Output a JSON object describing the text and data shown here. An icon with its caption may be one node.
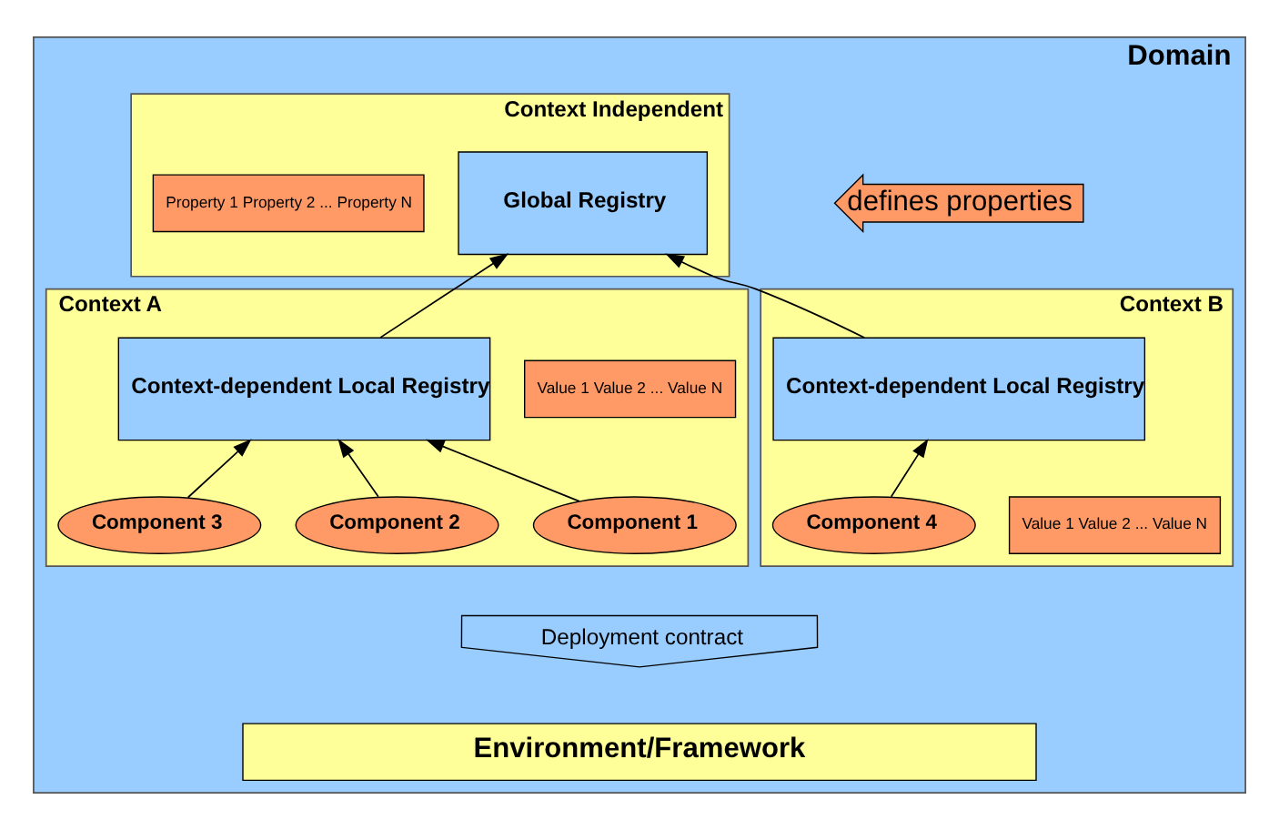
{
  "diagram": {
    "nodes": [
      {
        "text": [
          "Domain"
        ]
      },
      {
        "text": [
          "Context Independent"
        ],
        "in": 0
      },
      {
        "text": [
          "Global Registry"
        ],
        "in": 1
      },
      {
        "text": [
          "Property 1 Property 2 ... Property N"
        ],
        "in": 1
      },
      {
        "text": [
          "defines properties"
        ],
        "in": 0
      },
      {
        "text": [
          "Context A"
        ],
        "in": 0
      },
      {
        "text": [
          "Context-dependent Local Registry"
        ],
        "in": 5
      },
      {
        "text": [
          "Value 1 Value 2 ... Value N"
        ],
        "in": 5
      },
      {
        "text": [
          "Component 1"
        ],
        "in": 5
      },
      {
        "text": [
          "Component 2"
        ],
        "in": 5
      },
      {
        "text": [
          "Component 3"
        ],
        "in": 5
      },
      {
        "text": [
          "Context B"
        ],
        "in": 0
      },
      {
        "text": [
          "Context-dependent Local Registry"
        ],
        "in": 11
      },
      {
        "text": [
          "Value 1 Value 2 ... Value N"
        ],
        "in": 11
      },
      {
        "text": [
          "Component 4"
        ],
        "in": 11
      },
      {
        "text": [
          "Environment/Framework"
        ],
        "in": 0
      },
      {
        "text": [
          "Deployment contract"
        ],
        "in": 0
      }
    ],
    "edges": [
      {
        "from": 6,
        "to": 2,
        "arrow": "to"
      },
      {
        "from": 12,
        "to": 2,
        "arrow": "to"
      },
      {
        "from": 8,
        "to": 6,
        "arrow": "to"
      },
      {
        "from": 9,
        "to": 6,
        "arrow": "to"
      },
      {
        "from": 10,
        "to": 6,
        "arrow": "to"
      },
      {
        "from": 14,
        "to": 12,
        "arrow": "to"
      }
    ]
  }
}
